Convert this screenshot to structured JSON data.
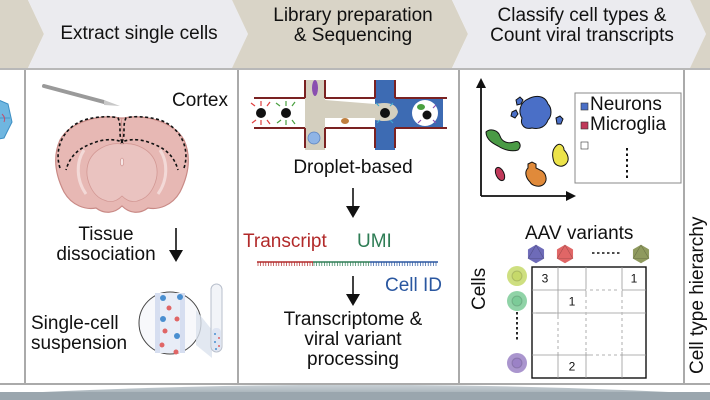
{
  "header": {
    "steps": [
      {
        "label": "Extract single cells"
      },
      {
        "label_line1": "Library preparation",
        "label_line2": "& Sequencing"
      },
      {
        "label_line1": "Classify cell types &",
        "label_line2": "Count viral transcripts"
      }
    ]
  },
  "panel_extract": {
    "region_label": "Cortex",
    "step1_line1": "Tissue",
    "step1_line2": "dissociation",
    "result_line1": "Single-cell",
    "result_line2": "suspension",
    "icons": [
      "scalpel-icon",
      "coronal-brain-slice",
      "test-tube-icon",
      "magnified-cell-suspension"
    ]
  },
  "panel_library": {
    "method_label": "Droplet-based",
    "read_labels": {
      "transcript": "Transcript",
      "umi": "UMI",
      "cell_id": "Cell ID"
    },
    "output_line1": "Transcriptome &",
    "output_line2": "viral variant",
    "output_line3": "processing",
    "colors": {
      "transcript": "#b22a2a",
      "umi": "#2e7d55",
      "cell_id": "#2a57a0"
    }
  },
  "panel_classify": {
    "legend": [
      {
        "label": "Neurons",
        "color": "#4a6fc7"
      },
      {
        "label": "Microglia",
        "color": "#c0395a"
      },
      {
        "label": "",
        "color": "#ffffff"
      }
    ],
    "matrix_title": "AAV variants",
    "matrix_row_label": "Cells",
    "variant_colors": [
      "#6e6bb8",
      "#e06666",
      "#8f9a5e"
    ],
    "cell_colors": [
      "#c6d96a",
      "#7ccb98",
      "#9b82c6"
    ],
    "matrix_values": [
      [
        "3",
        "",
        "",
        "1"
      ],
      [
        "",
        "1",
        "",
        ""
      ],
      [
        "",
        "",
        "",
        ""
      ],
      [
        "",
        "2",
        "",
        ""
      ]
    ]
  },
  "panel_next": {
    "label": "Cell type hierarchy"
  },
  "colors": {
    "header_active": "#d9d4c7",
    "header_inactive": "#ebebef",
    "panel_border": "#aaaaaa",
    "footer": "#9aa6ae"
  }
}
